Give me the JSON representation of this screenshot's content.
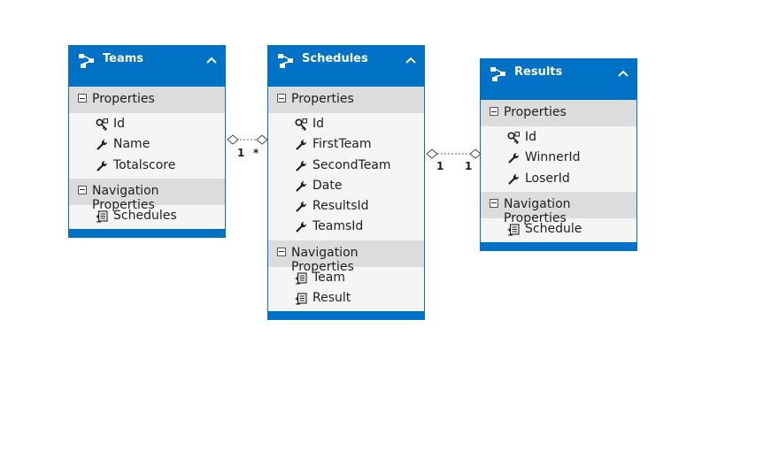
{
  "entities": {
    "teams": {
      "title": "Teams",
      "properties_label": "Properties",
      "properties": [
        "Id",
        "Name",
        "Totalscore"
      ],
      "navigation_label": "Navigation Properties",
      "navigation": [
        "Schedules"
      ]
    },
    "schedules": {
      "title": "Schedules",
      "properties_label": "Properties",
      "properties": [
        "Id",
        "FirstTeam",
        "SecondTeam",
        "Date",
        "ResultsId",
        "TeamsId"
      ],
      "navigation_label": "Navigation Properties",
      "navigation": [
        "Team",
        "Result"
      ]
    },
    "results": {
      "title": "Results",
      "properties_label": "Properties",
      "properties": [
        "Id",
        "WinnerId",
        "LoserId"
      ],
      "navigation_label": "Navigation Properties",
      "navigation": [
        "Schedule"
      ]
    }
  },
  "associations": {
    "teams_schedules": {
      "left": "1",
      "right": "*"
    },
    "schedules_results": {
      "left": "1",
      "right": "1"
    }
  },
  "colors": {
    "accent": "#0072c6",
    "section": "#dcdcdc",
    "body": "#f5f5f5"
  }
}
